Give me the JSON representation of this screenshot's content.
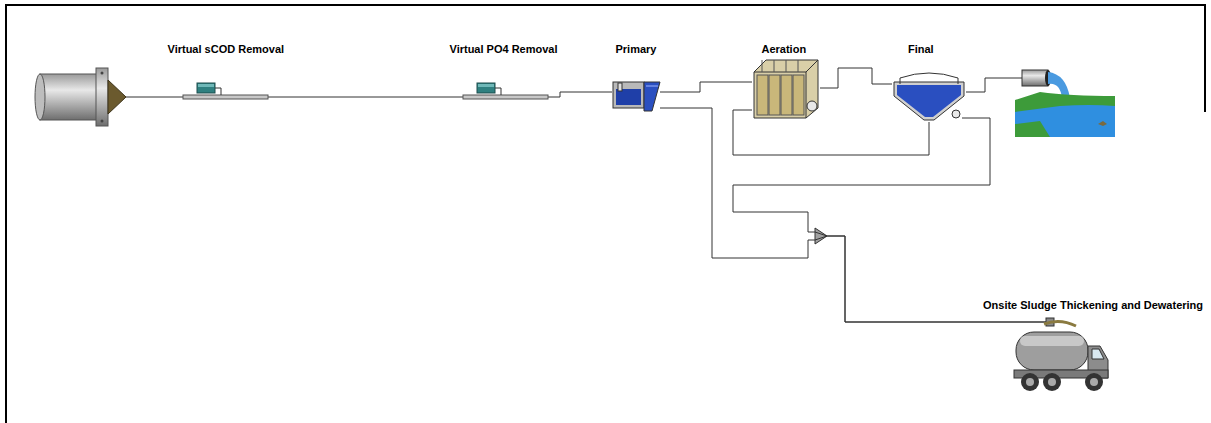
{
  "diagram": {
    "nodes": [
      {
        "text": [
          "Virtual sCOD Removal"
        ]
      },
      {
        "text": [
          "Virtual PO4 Removal"
        ]
      },
      {
        "text": [
          "Primary"
        ]
      },
      {
        "text": [
          "Aeration"
        ]
      },
      {
        "text": [
          "Final"
        ]
      },
      {
        "text": [
          "Onsite Sludge Thickening and Dewatering"
        ]
      }
    ],
    "edges": [
      {
        "from": 0,
        "to": 1,
        "arrow": "none"
      },
      {
        "from": 1,
        "to": 2,
        "arrow": "none"
      },
      {
        "from": 2,
        "to": 3,
        "arrow": "none"
      },
      {
        "from": 3,
        "to": 4,
        "arrow": "none"
      },
      {
        "from": 4,
        "to": 3,
        "arrow": "none"
      },
      {
        "from": 4,
        "to": 5,
        "arrow": "none"
      },
      {
        "from": 2,
        "to": 5,
        "arrow": "none"
      }
    ]
  }
}
